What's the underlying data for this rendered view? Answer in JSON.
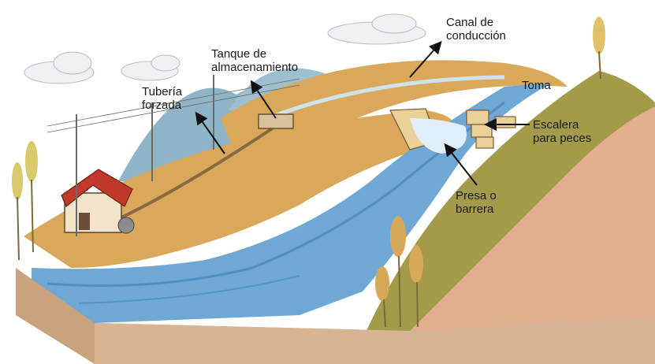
{
  "labels": {
    "canal": "Canal de\nconducción",
    "tanque": "Tanque de\nalmacenamiento",
    "tuberia": "Tubería\nforzada",
    "toma": "Toma",
    "escalera": "Escalera\npara peces",
    "presa": "Presa o\nbarrera"
  },
  "colors": {
    "river": "#6fa8d4",
    "river_dark": "#3f7fb8",
    "grass": "#a39a4a",
    "field": "#d9a85a",
    "soil": "#e2b08f",
    "hill": "#8fb4c8",
    "house_roof": "#c0392b",
    "house_wall": "#f2e4c8"
  }
}
